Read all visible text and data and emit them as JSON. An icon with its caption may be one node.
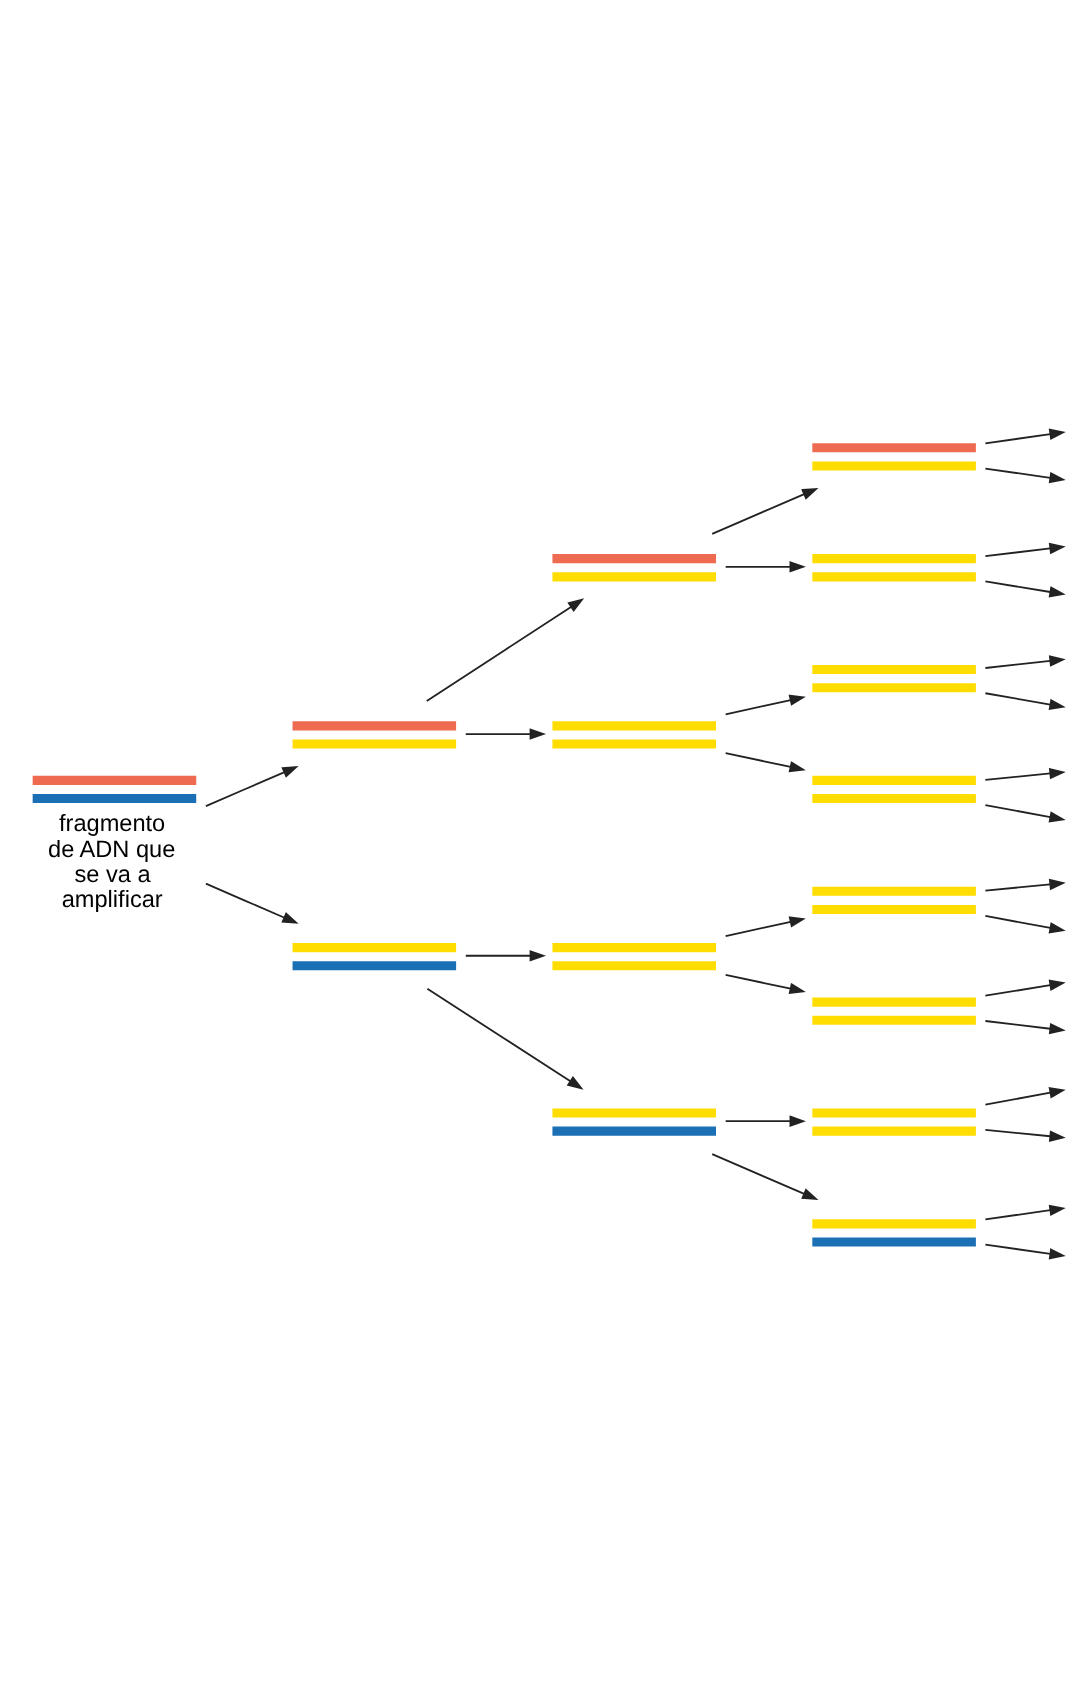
{
  "diagram": {
    "nodes": [
      {
        "text": [],
        "shape": "bar",
        "beside": [
          "fragmento de ADN que se va a amplificar"
        ]
      },
      {
        "text": [],
        "shape": "bar"
      },
      {
        "text": [],
        "shape": "bar"
      },
      {
        "text": [],
        "shape": "bar"
      },
      {
        "text": [],
        "shape": "bar"
      },
      {
        "text": [],
        "shape": "bar"
      },
      {
        "text": [],
        "shape": "bar"
      },
      {
        "text": [],
        "shape": "bar"
      },
      {
        "text": [],
        "shape": "bar"
      },
      {
        "text": [],
        "shape": "bar"
      },
      {
        "text": [],
        "shape": "bar"
      },
      {
        "text": [],
        "shape": "bar"
      },
      {
        "text": [],
        "shape": "bar"
      },
      {
        "text": [],
        "shape": "bar"
      },
      {
        "text": [],
        "shape": "bar"
      }
    ],
    "edges": [
      {
        "from": 0,
        "to": 1,
        "arrow": "to"
      },
      {
        "from": 0,
        "to": 2,
        "arrow": "to"
      },
      {
        "from": 1,
        "to": 3,
        "arrow": "to"
      },
      {
        "from": 1,
        "to": 4,
        "arrow": "to"
      },
      {
        "from": 2,
        "to": 5,
        "arrow": "to"
      },
      {
        "from": 2,
        "to": 6,
        "arrow": "to"
      },
      {
        "from": 3,
        "to": 7,
        "arrow": "to"
      },
      {
        "from": 3,
        "to": 8,
        "arrow": "to"
      },
      {
        "from": 4,
        "to": 9,
        "arrow": "to"
      },
      {
        "from": 4,
        "to": 10,
        "arrow": "to"
      },
      {
        "from": 5,
        "to": 11,
        "arrow": "to"
      },
      {
        "from": 5,
        "to": 12,
        "arrow": "to"
      },
      {
        "from": 6,
        "to": 13,
        "arrow": "to"
      },
      {
        "from": 6,
        "to": 14,
        "arrow": "to"
      },
      {
        "from": 7,
        "to": null,
        "arrow": "to"
      },
      {
        "from": 7,
        "to": null,
        "arrow": "to"
      },
      {
        "from": 8,
        "to": null,
        "arrow": "to"
      },
      {
        "from": 8,
        "to": null,
        "arrow": "to"
      },
      {
        "from": 9,
        "to": null,
        "arrow": "to"
      },
      {
        "from": 9,
        "to": null,
        "arrow": "to"
      },
      {
        "from": 10,
        "to": null,
        "arrow": "to"
      },
      {
        "from": 10,
        "to": null,
        "arrow": "to"
      },
      {
        "from": 11,
        "to": null,
        "arrow": "to"
      },
      {
        "from": 11,
        "to": null,
        "arrow": "to"
      },
      {
        "from": 12,
        "to": null,
        "arrow": "to"
      },
      {
        "from": 12,
        "to": null,
        "arrow": "to"
      },
      {
        "from": 13,
        "to": null,
        "arrow": "to"
      },
      {
        "from": 13,
        "to": null,
        "arrow": "to"
      },
      {
        "from": 14,
        "to": null,
        "arrow": "to"
      },
      {
        "from": 14,
        "to": null,
        "arrow": "to"
      }
    ]
  }
}
